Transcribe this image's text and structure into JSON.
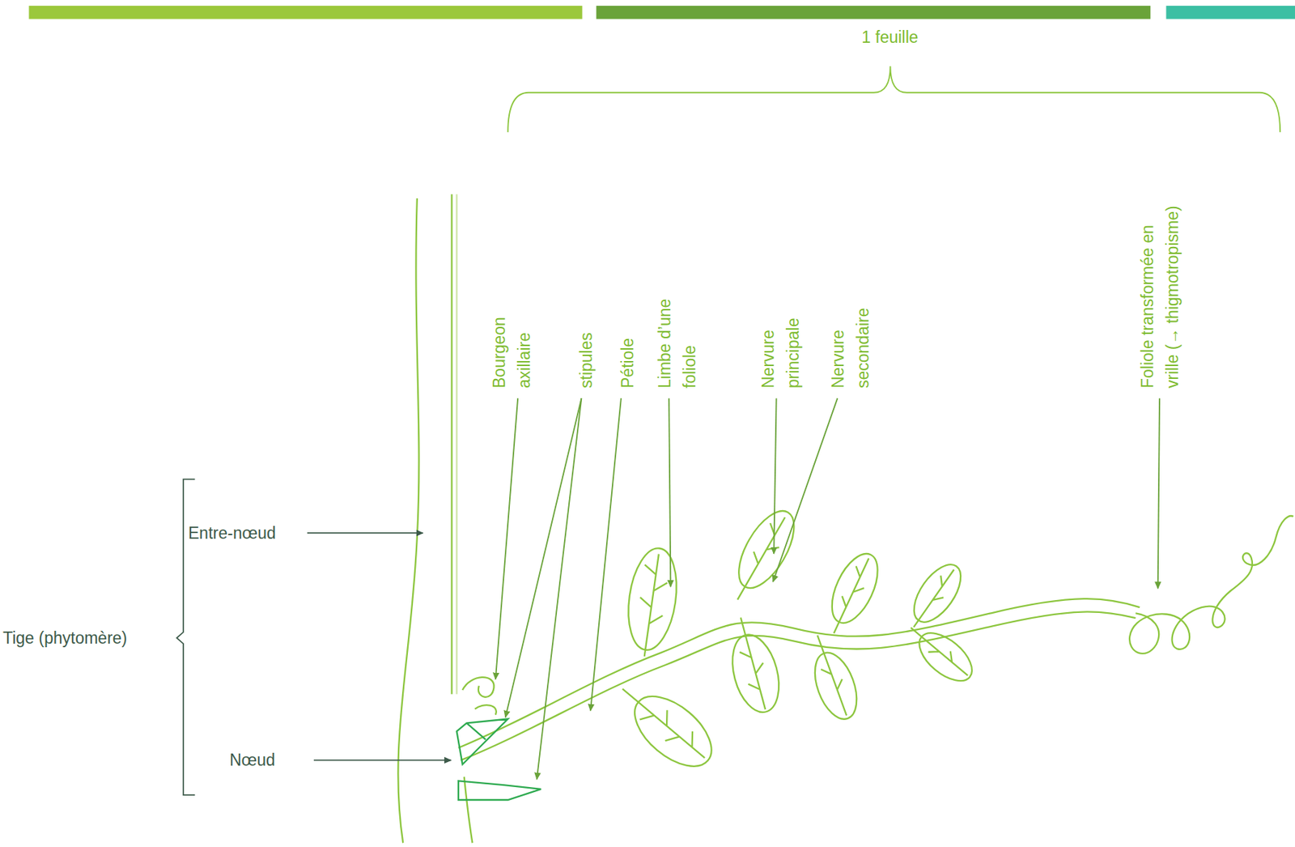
{
  "diagram": {
    "labels": [
      "1 feuille",
      "Bourgeon axillaire",
      "stipules",
      "Pétiole",
      "Limbe d’une foliole",
      "Nervure principale",
      "Nervure secondaire",
      "Foliole transformée en vrille (→ thigmotropisme)",
      "Entre-nœud",
      "Tige (phytomère)",
      "Nœud"
    ]
  }
}
